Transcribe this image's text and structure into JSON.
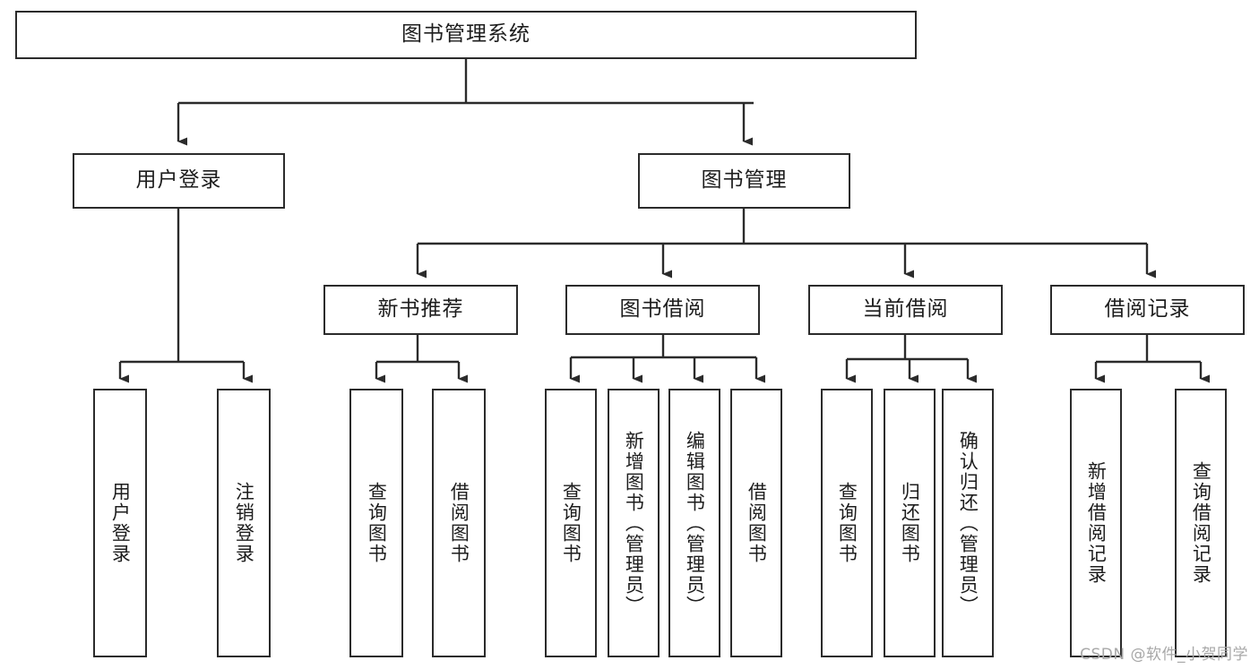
{
  "diagram": {
    "title": "图书管理系统",
    "type": "tree-hierarchy",
    "orientation": "top-down",
    "colors": {
      "box_border": "#2b2b2b",
      "box_fill": "#ffffff",
      "edge": "#2b2b2b",
      "text": "#1d1d1d",
      "background": "#ffffff",
      "watermark": "#a8a8a8"
    },
    "nodes": {
      "root": {
        "label": "图书管理系统"
      },
      "level2": [
        {
          "label": "用户登录"
        },
        {
          "label": "图书管理"
        }
      ],
      "level3": [
        {
          "label": "新书推荐"
        },
        {
          "label": "图书借阅"
        },
        {
          "label": "当前借阅"
        },
        {
          "label": "借阅记录"
        }
      ],
      "leaves": {
        "user_login": [
          {
            "label": "用户登录"
          },
          {
            "label": "注销登录"
          }
        ],
        "new_book_recommend": [
          {
            "label": "查询图书"
          },
          {
            "label": "借阅图书"
          }
        ],
        "book_borrow": [
          {
            "label": "查询图书"
          },
          {
            "label": "新增图书（管理员）"
          },
          {
            "label": "编辑图书（管理员）"
          },
          {
            "label": "借阅图书"
          }
        ],
        "current_borrow": [
          {
            "label": "查询图书"
          },
          {
            "label": "归还图书"
          },
          {
            "label": "确认归还（管理员）"
          }
        ],
        "borrow_record": [
          {
            "label": "新增借阅记录"
          },
          {
            "label": "查询借阅记录"
          }
        ]
      }
    },
    "watermark": "CSDN @软件_小贺同学"
  }
}
